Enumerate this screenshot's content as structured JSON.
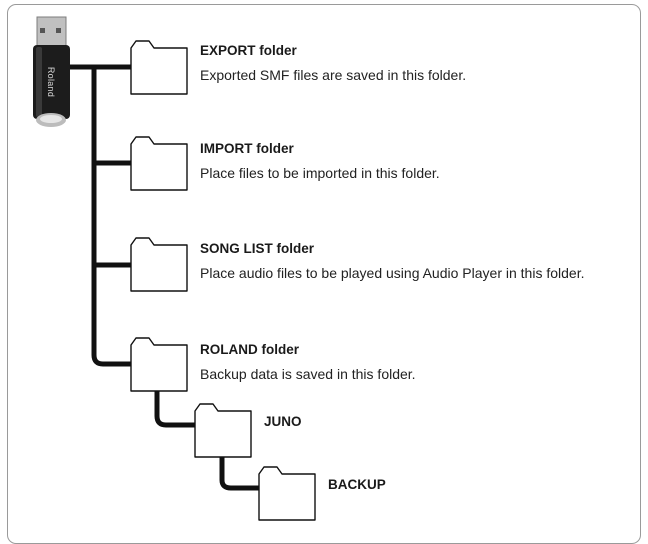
{
  "usb_drive": {
    "brand": "Roland",
    "icon": "usb-flash-drive-icon"
  },
  "folders": [
    {
      "id": "export",
      "title": "EXPORT folder",
      "description": "Exported SMF files are saved in this folder.",
      "icon": "folder-icon"
    },
    {
      "id": "import",
      "title": "IMPORT folder",
      "description": "Place files to be imported in this folder.",
      "icon": "folder-icon"
    },
    {
      "id": "song_list",
      "title": "SONG LIST folder",
      "description": "Place audio files to be played using Audio Player in this folder.",
      "icon": "folder-icon"
    },
    {
      "id": "roland",
      "title": "ROLAND folder",
      "description": "Backup data is saved in this folder.",
      "icon": "folder-icon"
    },
    {
      "id": "juno",
      "title": "JUNO",
      "description": "",
      "icon": "folder-icon"
    },
    {
      "id": "backup",
      "title": "BACKUP",
      "description": "",
      "icon": "folder-icon"
    }
  ],
  "colors": {
    "line": "#111111",
    "frame": "#9a9a9a",
    "usb_body": "#1c1c1c",
    "usb_connector": "#b5b5b5"
  }
}
